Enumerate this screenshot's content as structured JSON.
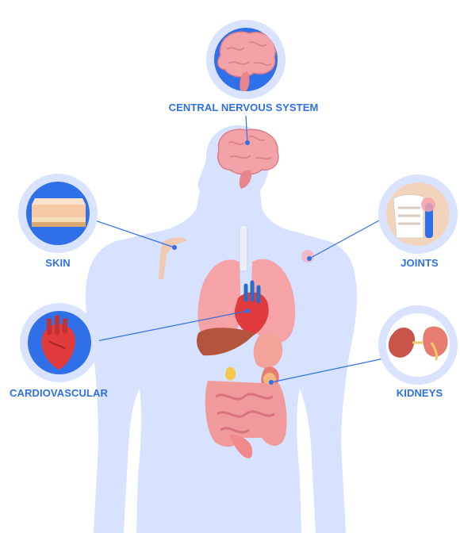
{
  "colors": {
    "label": "#2f6fe8",
    "silhouette": "#d6e2ff",
    "ring": "#d9e3ff",
    "disc": "#2f6fe8",
    "organ_pink": "#f08a8a",
    "connector": "#2f6fe8"
  },
  "callouts": [
    {
      "id": "cns",
      "label": "CENTRAL NERVOUS SYSTEM",
      "icon": "brain-icon"
    },
    {
      "id": "skin",
      "label": "SKIN",
      "icon": "skin-layers-icon"
    },
    {
      "id": "joints",
      "label": "JOINTS",
      "icon": "shoulder-joint-icon"
    },
    {
      "id": "cardio",
      "label": "CARDIOVASCULAR",
      "icon": "heart-icon"
    },
    {
      "id": "kidneys",
      "label": "KIDNEYS",
      "icon": "kidneys-icon"
    }
  ]
}
